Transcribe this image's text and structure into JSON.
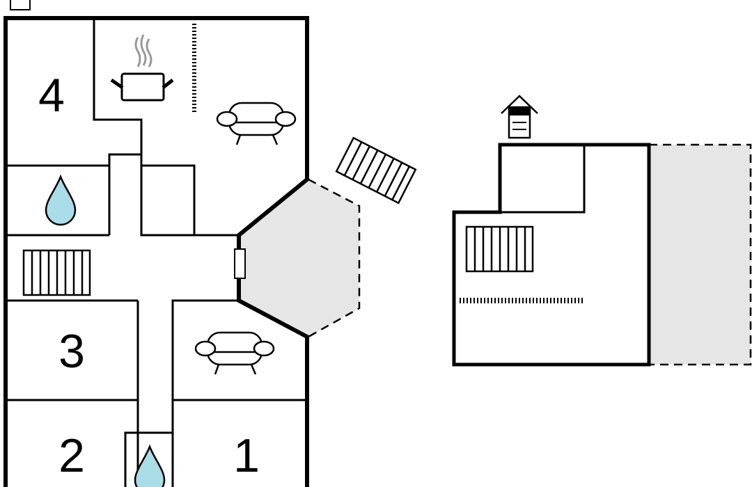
{
  "floor_plan": {
    "colors": {
      "wall": "#000000",
      "terrace_fill": "#e6e6e6",
      "water_fill": "#a9dde8",
      "background": "#ffffff"
    },
    "rooms": [
      {
        "id": "room-4",
        "label": "4"
      },
      {
        "id": "room-3",
        "label": "3"
      },
      {
        "id": "room-2",
        "label": "2"
      },
      {
        "id": "room-1",
        "label": "1"
      }
    ],
    "icons": [
      "kitchen-pot-icon",
      "sofa-icon",
      "water-drop-icon",
      "stairs-icon",
      "window-icon",
      "chimney-icon"
    ],
    "sections": [
      "ground-floor",
      "upper-floor"
    ]
  }
}
